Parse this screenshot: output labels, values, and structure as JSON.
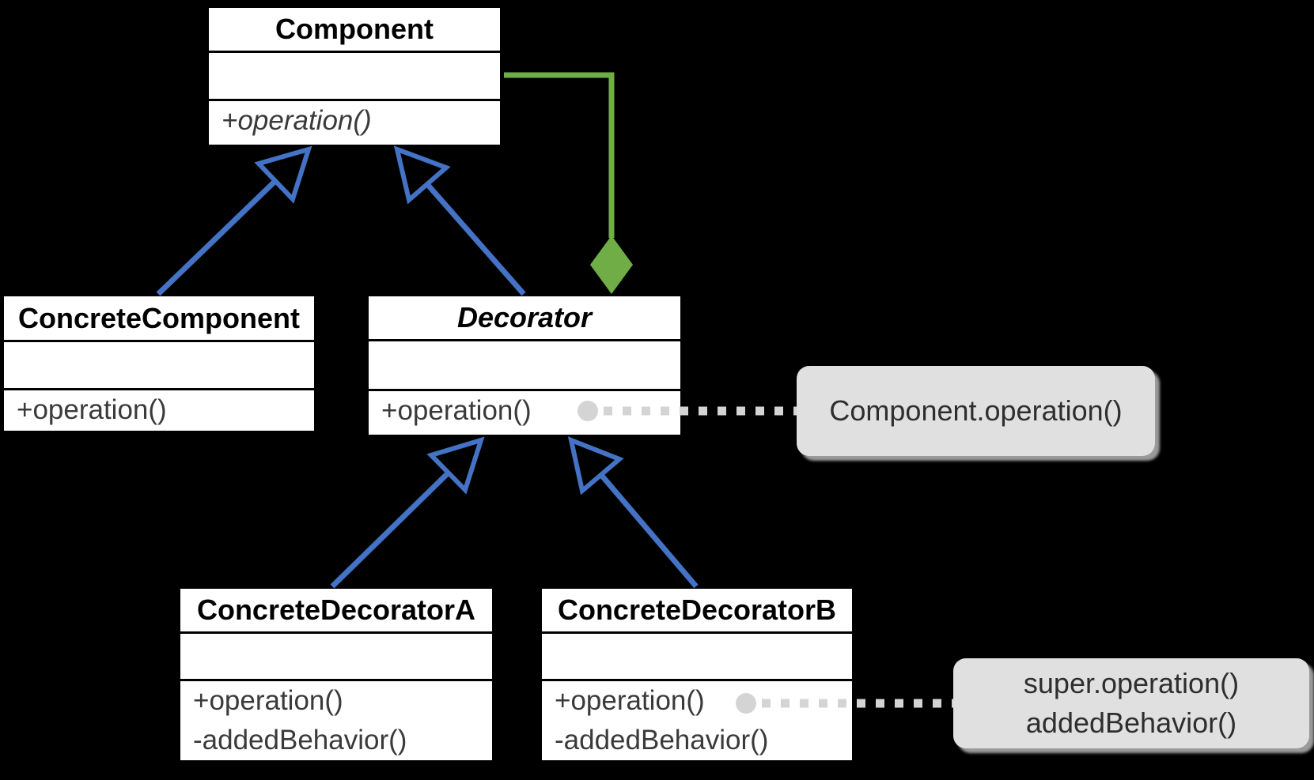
{
  "diagram": {
    "pattern_name": "Decorator pattern UML class diagram",
    "background_color": "#000000"
  },
  "colors": {
    "inheritance_arrow_blue": "#4472C4",
    "aggregation_green": "#70AD47",
    "class_box_bg": "#FFFFFF",
    "class_box_border": "#000000",
    "note_bg": "#E0E0E0",
    "note_shadow": "#9A9A9A",
    "dotted_link_gray": "#D4D4D4",
    "method_text": "#3A3A3A"
  },
  "classes": {
    "component": {
      "title": "Component",
      "title_style": "bold",
      "attributes": [],
      "methods": [
        "+operation()"
      ],
      "method_style": "italic"
    },
    "concrete_component": {
      "title": "ConcreteComponent",
      "title_style": "bold",
      "attributes": [],
      "methods": [
        "+operation()"
      ]
    },
    "decorator": {
      "title": "Decorator",
      "title_style": "bold-italic",
      "attributes": [],
      "methods": [
        "+operation()"
      ]
    },
    "concrete_decorator_a": {
      "title": "ConcreteDecoratorA",
      "title_style": "bold",
      "attributes": [],
      "methods": [
        "+operation()",
        "-addedBehavior()"
      ]
    },
    "concrete_decorator_b": {
      "title": "ConcreteDecoratorB",
      "title_style": "bold",
      "attributes": [],
      "methods": [
        "+operation()",
        "-addedBehavior()"
      ]
    }
  },
  "notes": {
    "decorator_operation": {
      "lines": [
        "Component.operation()"
      ]
    },
    "concrete_decorator_b_operation": {
      "lines": [
        "super.operation()",
        "addedBehavior()"
      ]
    }
  },
  "relationships": {
    "inheritance": [
      {
        "from": "ConcreteComponent",
        "to": "Component"
      },
      {
        "from": "Decorator",
        "to": "Component"
      },
      {
        "from": "ConcreteDecoratorA",
        "to": "Decorator"
      },
      {
        "from": "ConcreteDecoratorB",
        "to": "Decorator"
      }
    ],
    "aggregation": [
      {
        "from": "Decorator",
        "to": "Component"
      }
    ],
    "note_links": [
      {
        "from": "Decorator +operation()",
        "to": "decorator_operation"
      },
      {
        "from": "ConcreteDecoratorB +operation()",
        "to": "concrete_decorator_b_operation"
      }
    ]
  }
}
